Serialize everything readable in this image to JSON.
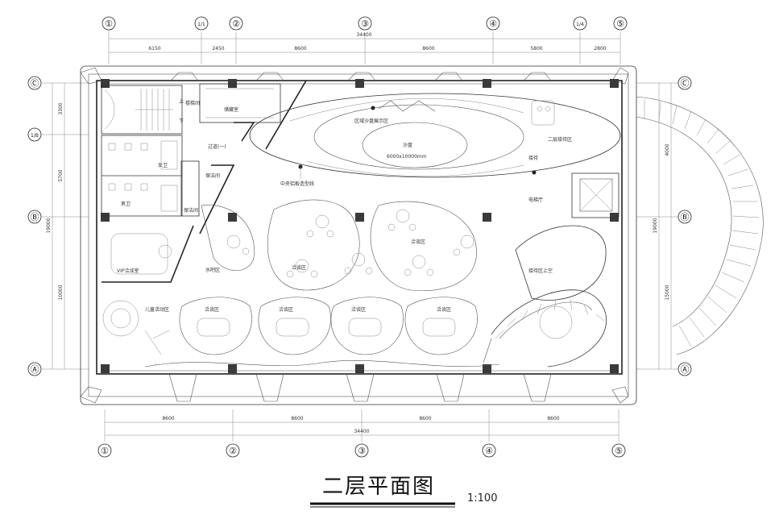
{
  "title": "二层平面图",
  "scale": "1:100",
  "axes_top": [
    "①",
    "1/1",
    "②",
    "③",
    "④",
    "1/4",
    "⑤"
  ],
  "axes_bottom": [
    "①",
    "②",
    "③",
    "④",
    "⑤"
  ],
  "axes_left": [
    "Ⓒ",
    "1/B",
    "Ⓑ",
    "Ⓐ"
  ],
  "axes_right": [
    "Ⓒ",
    "Ⓑ",
    "Ⓐ"
  ],
  "dims_top": [
    "6150",
    "2450",
    "8600",
    "8600",
    "5800",
    "2800"
  ],
  "dims_top_total": "34400",
  "dims_bottom": [
    "8600",
    "8600",
    "8600",
    "8600"
  ],
  "dims_bottom_total": "34400",
  "dims_left": [
    "3300",
    "5700",
    "10000"
  ],
  "dims_left_total": "19000",
  "dims_right": [
    "4000",
    "15000"
  ],
  "dims_right_total": "19000",
  "rooms": {
    "stair_up": "上",
    "stair_down": "下",
    "corridor_room": "楼梯间",
    "storage": "储藏室",
    "passage": "过道(一)",
    "women": "女卫",
    "men": "男卫",
    "cleaning": "保洁间",
    "mop": "保洁间",
    "vip": "VIP洽谈室",
    "kids": "儿童活动区",
    "water_bar": "水吧区",
    "sandtable_display": "区域沙盘展示区",
    "sandtable": "沙盘",
    "sandtable_size": "6000x10000mm",
    "reception2": "二层接待区",
    "reception_desk": "接待",
    "model_line": "中央铝板造型线",
    "elevator_hall": "电梯厅",
    "negotiation": "洽谈区",
    "negotiation2": "洽谈区",
    "reception_stair": "接待区上空",
    "neg_b1": "洽谈区",
    "neg_b2": "洽谈区",
    "neg_b3": "洽谈区",
    "neg_b4": "洽谈区"
  }
}
